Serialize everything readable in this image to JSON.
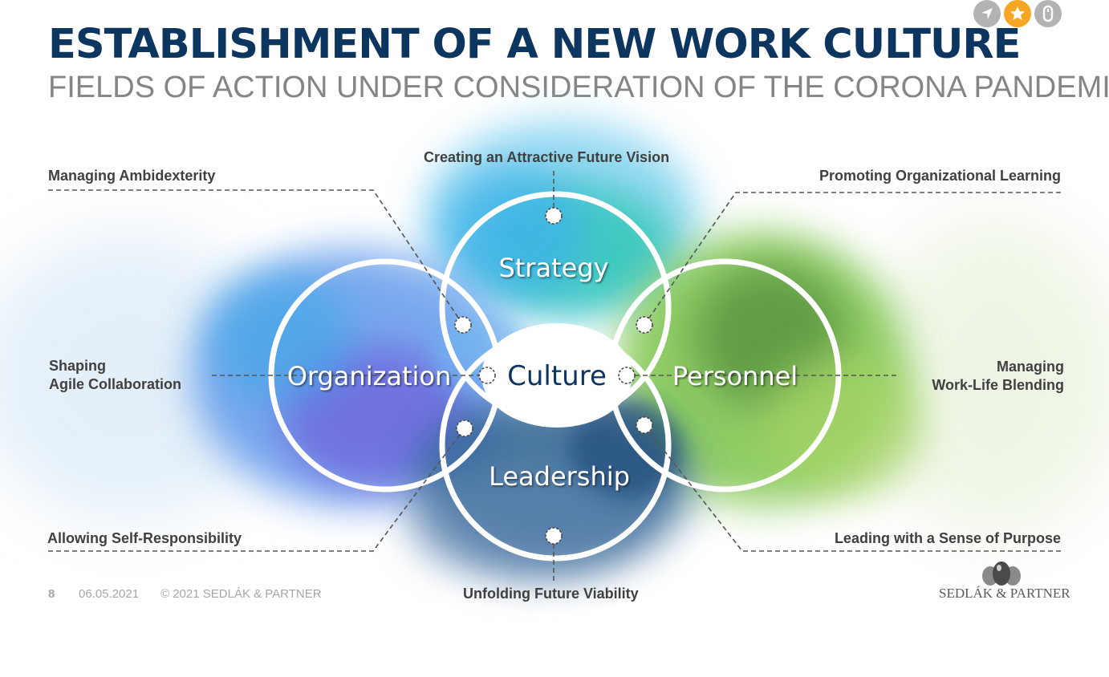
{
  "header": {
    "title": "ESTABLISHMENT OF A NEW WORK CULTURE",
    "subtitle": "FIELDS OF ACTION UNDER CONSIDERATION OF THE CORONA PANDEMIC"
  },
  "top_icons": [
    {
      "name": "navigate-icon",
      "color": "#b3b3b3"
    },
    {
      "name": "star-icon",
      "color": "#f5a623"
    },
    {
      "name": "mouse-icon",
      "color": "#b3b3b3"
    }
  ],
  "diagram": {
    "circles": {
      "strategy": "Strategy",
      "organization": "Organization",
      "culture": "Culture",
      "personnel": "Personnel",
      "leadership": "Leadership"
    },
    "fields": {
      "top": "Creating an Attractive Future Vision",
      "top_left": "Managing Ambidexterity",
      "top_right": "Promoting Organizational Learning",
      "left_line1": "Shaping",
      "left_line2": "Agile Collaboration",
      "right_line1": "Managing",
      "right_line2": "Work-Life Blending",
      "bottom_left": "Allowing Self-Responsibility",
      "bottom_right": "Leading with a Sense of Purpose",
      "bottom": "Unfolding Future Viability"
    },
    "colors": {
      "strategy": "#1fb0d8",
      "organization": "#3a6fe0",
      "personnel": "#6cb83a",
      "leadership": "#1f4f82",
      "culture_text": "#0c3560"
    }
  },
  "footer": {
    "page": "8",
    "date": "06.05.2021",
    "copyright": "© 2021 SEDLÁK & PARTNER"
  },
  "logo": {
    "text": "SEDLÁK & PARTNER"
  }
}
